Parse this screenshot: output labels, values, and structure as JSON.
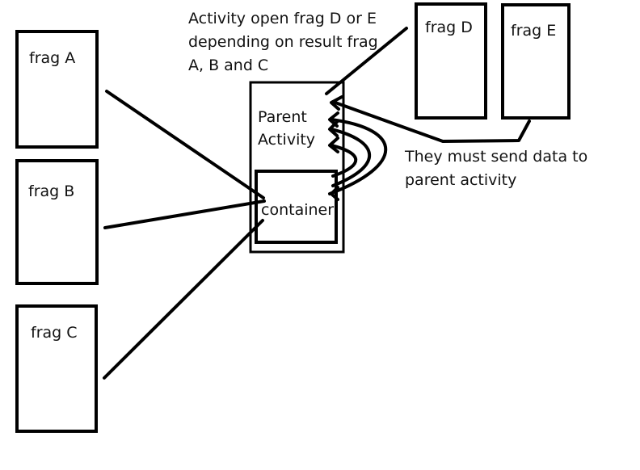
{
  "diagram": {
    "frag_a_label": "frag A",
    "frag_b_label": "frag B",
    "frag_c_label": "frag C",
    "frag_d_label": "frag D",
    "frag_e_label": "frag E",
    "parent_activity_label_line1": "Parent",
    "parent_activity_label_line2": "Activity",
    "container_label": "container",
    "top_note_line1": "Activity open frag D or E",
    "top_note_line2": "depending on result frag",
    "top_note_line3": "A, B and C",
    "right_note_line1": "They must send data to",
    "right_note_line2": "parent activity"
  },
  "colors": {
    "background": "#ffffff",
    "stroke": "#000000",
    "text": "#111111"
  }
}
